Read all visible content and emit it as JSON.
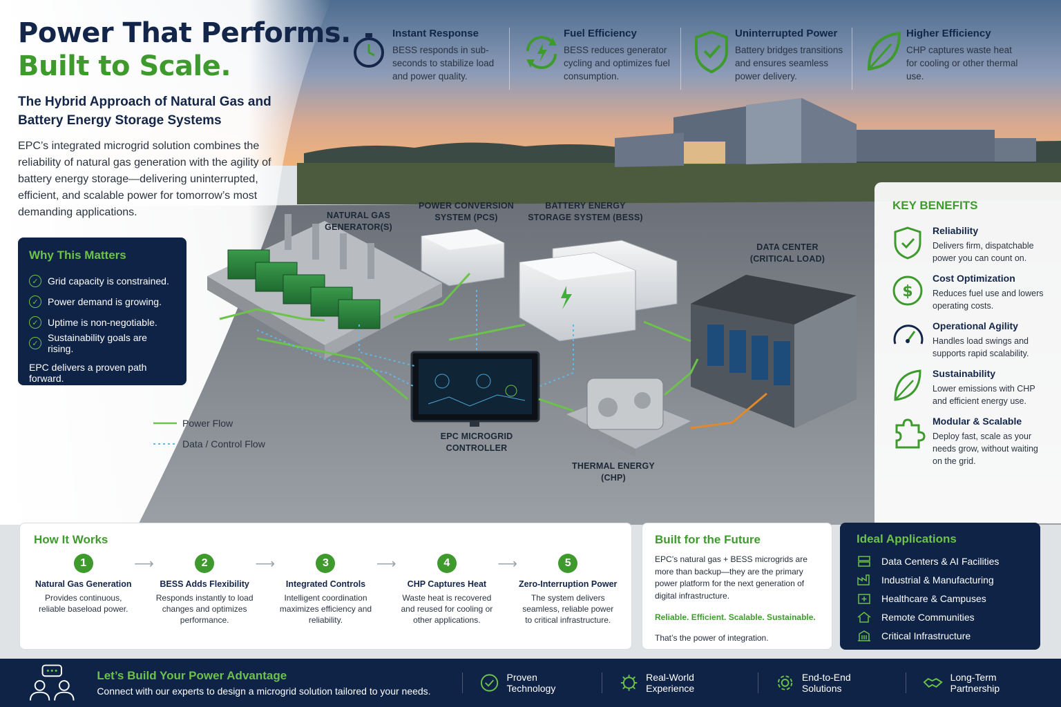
{
  "hero": {
    "title_line1": "Power That Performs.",
    "title_line2": "Built to Scale.",
    "subtitle": "The Hybrid Approach of Natural Gas and Battery Energy Storage Systems",
    "body": "EPC’s integrated microgrid solution combines the reliability of natural gas generation with the agility of battery energy storage—delivering uninterrupted, efficient, and scalable power for tomorrow’s most demanding applications."
  },
  "why": {
    "title": "Why This Matters",
    "items": [
      "Grid capacity is constrained.",
      "Power demand is growing.",
      "Uptime is non-negotiable.",
      "Sustainability goals are rising."
    ],
    "footer": "EPC delivers a proven path forward."
  },
  "legend": {
    "power": "Power Flow",
    "data": "Data / Control Flow"
  },
  "features": [
    {
      "icon": "stopwatch-icon",
      "title": "Instant Response",
      "text": "BESS responds in sub-seconds to stabilize load and power quality."
    },
    {
      "icon": "recycle-bolt-icon",
      "title": "Fuel Efficiency",
      "text": "BESS reduces generator cycling and optimizes fuel consumption."
    },
    {
      "icon": "shield-check-icon",
      "title": "Uninterrupted Power",
      "text": "Battery bridges transitions and ensures seamless power delivery."
    },
    {
      "icon": "leaf-icon",
      "title": "Higher Efficiency",
      "text": "CHP captures waste heat for cooling or other thermal use."
    }
  ],
  "diagram": {
    "gen": [
      "NATURAL GAS",
      "GENERATOR(S)"
    ],
    "pcs": [
      "POWER CONVERSION",
      "SYSTEM (PCS)"
    ],
    "bess": [
      "BATTERY ENERGY",
      "STORAGE SYSTEM (BESS)"
    ],
    "dc": [
      "DATA CENTER",
      "(CRITICAL LOAD)"
    ],
    "controller": [
      "EPC MICROGRID",
      "CONTROLLER"
    ],
    "chp": [
      "THERMAL ENERGY",
      "(CHP)"
    ]
  },
  "benefits": {
    "title": "KEY BENEFITS",
    "items": [
      {
        "icon": "shield-check-icon",
        "title": "Reliability",
        "text": "Delivers firm, dispatchable power you can count on."
      },
      {
        "icon": "dollar-icon",
        "title": "Cost Optimization",
        "text": "Reduces fuel use and lowers operating costs."
      },
      {
        "icon": "gauge-icon",
        "title": "Operational Agility",
        "text": "Handles load swings and supports rapid scalability."
      },
      {
        "icon": "leaf-icon",
        "title": "Sustainability",
        "text": "Lower emissions with CHP and efficient energy use."
      },
      {
        "icon": "puzzle-icon",
        "title": "Modular & Scalable",
        "text": "Deploy fast, scale as your needs grow, without waiting on the grid."
      }
    ]
  },
  "how": {
    "title": "How It Works",
    "steps": [
      {
        "num": "1",
        "title": "Natural Gas Generation",
        "text": "Provides continuous, reliable baseload power."
      },
      {
        "num": "2",
        "title": "BESS Adds Flexibility",
        "text": "Responds instantly to load changes and optimizes performance."
      },
      {
        "num": "3",
        "title": "Integrated Controls",
        "text": "Intelligent coordination maximizes efficiency and reliability."
      },
      {
        "num": "4",
        "title": "CHP Captures Heat",
        "text": "Waste heat is recovered and reused for cooling or other applications."
      },
      {
        "num": "5",
        "title": "Zero-Interruption Power",
        "text": "The system delivers seamless, reliable power to critical infrastructure."
      }
    ]
  },
  "future": {
    "title": "Built for the Future",
    "body": "EPC’s natural gas + BESS microgrids are more than backup—they are the primary power platform for the next generation of digital infrastructure.",
    "tagline": "Reliable. Efficient. Scalable. Sustainable.",
    "closing": "That’s the power of integration."
  },
  "apps": {
    "title": "Ideal Applications",
    "items": [
      {
        "icon": "server-icon",
        "label": "Data Centers & AI Facilities"
      },
      {
        "icon": "factory-icon",
        "label": "Industrial & Manufacturing"
      },
      {
        "icon": "hospital-icon",
        "label": "Healthcare & Campuses"
      },
      {
        "icon": "house-icon",
        "label": "Remote Communities"
      },
      {
        "icon": "building-icon",
        "label": "Critical Infrastructure"
      }
    ]
  },
  "footer": {
    "cta_title": "Let’s Build Your Power Advantage",
    "cta_text": "Connect with our experts to design a microgrid solution tailored to your needs.",
    "pillars": [
      {
        "icon": "check-circle-icon",
        "label": "Proven Technology"
      },
      {
        "icon": "globe-network-icon",
        "label": "Real-World Experience"
      },
      {
        "icon": "cog-icon",
        "label": "End-to-End Solutions"
      },
      {
        "icon": "handshake-icon",
        "label": "Long-Term Partnership"
      }
    ]
  },
  "colors": {
    "navy": "#0f2346",
    "green": "#3f9a2e",
    "bright_green": "#6cc24a",
    "data_flow": "#5fb8e6",
    "thermal_flow": "#e08a2a"
  }
}
